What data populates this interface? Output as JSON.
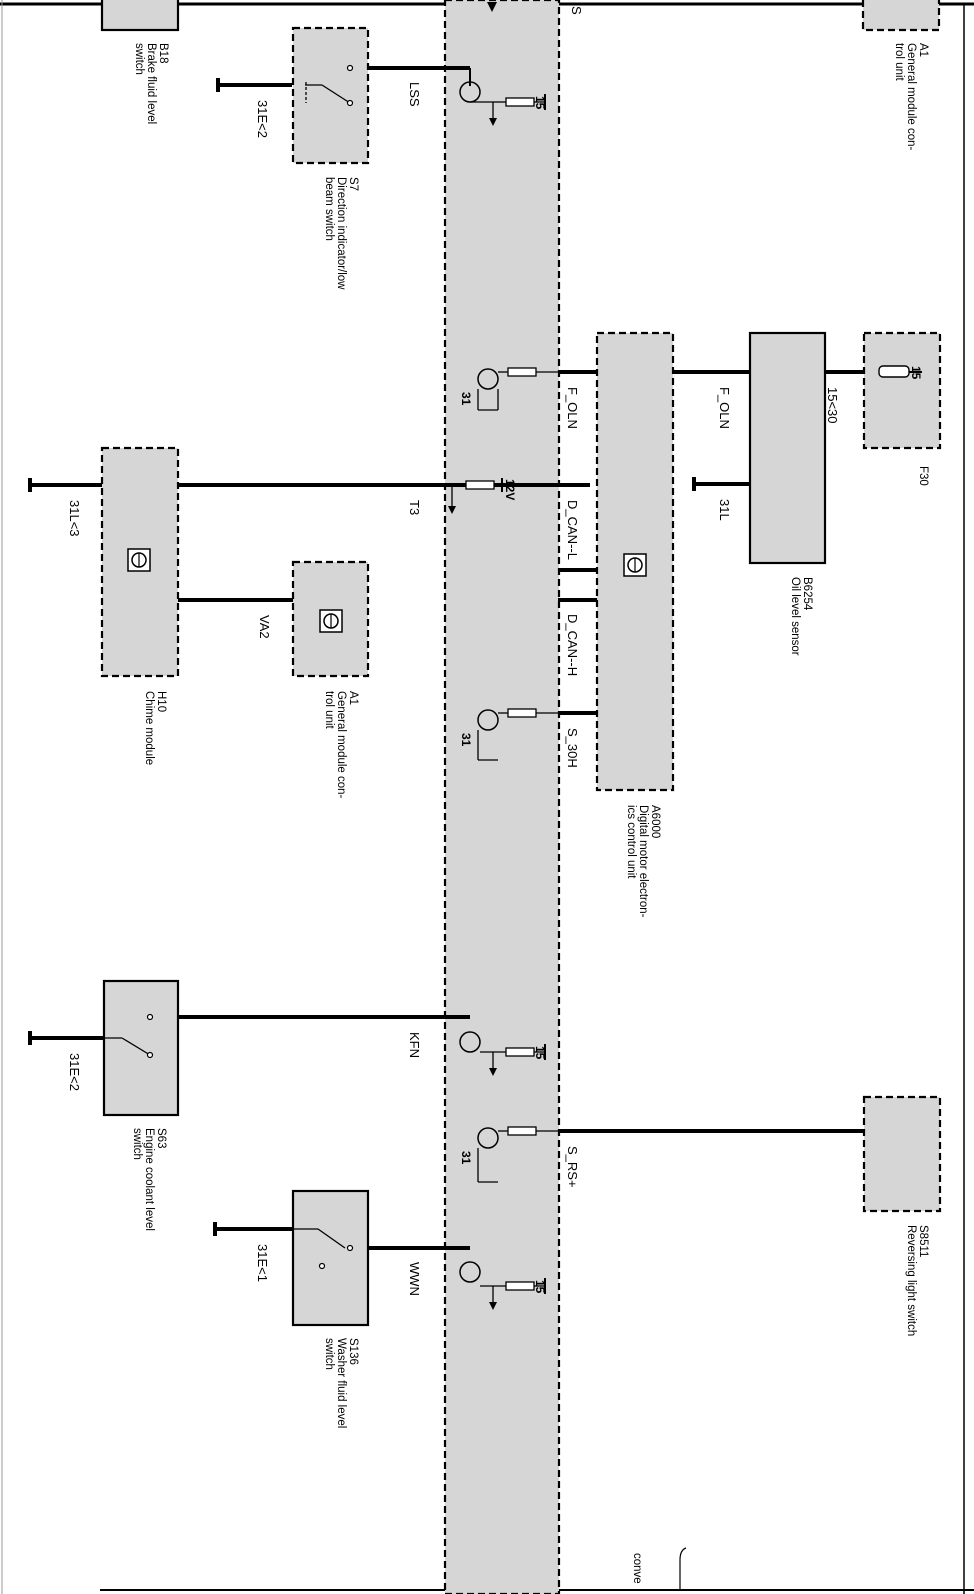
{
  "components": {
    "b18": {
      "code": "B18",
      "desc": [
        "Brake fluid level",
        "switch"
      ]
    },
    "s7": {
      "code": "S7",
      "desc": [
        "Direction indicator/low",
        "beam switch"
      ]
    },
    "a1_top": {
      "code": "A1",
      "desc": [
        "General module con-",
        "trol unit"
      ]
    },
    "f30": {
      "code": "F30"
    },
    "b6254": {
      "code": "B6254",
      "desc": [
        "Oil level sensor"
      ]
    },
    "a6000": {
      "code": "A6000",
      "desc": [
        "Digital motor electron-",
        "ics control unit"
      ]
    },
    "h10": {
      "code": "H10",
      "desc": [
        "Chime module"
      ]
    },
    "a1_mid": {
      "code": "A1",
      "desc": [
        "General module con-",
        "trol unit"
      ]
    },
    "s63": {
      "code": "S63",
      "desc": [
        "Engine coolant level",
        "switch"
      ]
    },
    "s136": {
      "code": "S136",
      "desc": [
        "Washer fluid level",
        "switch"
      ]
    },
    "s8511": {
      "code": "S8511",
      "desc": [
        "Reversing light switch"
      ]
    }
  },
  "signals": {
    "lss": "LSS",
    "f_oln_bus": "F_OLN",
    "f_oln_sensor": "F_OLN",
    "t3": "T3",
    "d_can_l": "D_CAN--L",
    "d_can_h": "D_CAN--H",
    "s_30h": "S_30H",
    "va2": "VA2",
    "kfn": "KFN",
    "s_rs": "S_RS+",
    "wwn": "WWN",
    "oil_15_30": "15<30",
    "oil_31l": "31L"
  },
  "grounds": {
    "g_31e2_top": "31E<2",
    "g_31l3": "31L<3",
    "g_31e2_mid": "31E<2",
    "g_31e1": "31E<1"
  },
  "pins": {
    "p15_1": "15",
    "p31_1": "31",
    "p12v": "12V",
    "p31_2": "31",
    "p15_2": "15",
    "p31_3": "31",
    "p15_3": "15",
    "p15_fuse": "15"
  },
  "fragments": {
    "top_s": "S",
    "conv": "conve"
  }
}
